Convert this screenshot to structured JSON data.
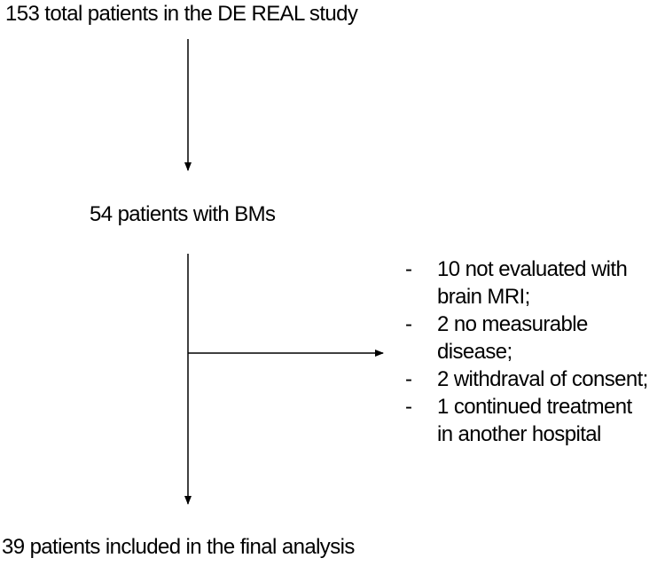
{
  "flow": {
    "top": "153 total patients in the DE REAL study",
    "middle": "54 patients with BMs",
    "bottom": "39 patients included in the final analysis"
  },
  "exclusions": {
    "bullet": "-",
    "items": [
      {
        "line1": "10 not evaluated with",
        "line2": "brain MRI;"
      },
      {
        "line1": "2 no measurable",
        "line2": "disease;"
      },
      {
        "line1": "2 withdraval of consent;",
        "line2": ""
      },
      {
        "line1": "1 continued treatment",
        "line2": "in another hospital"
      }
    ]
  }
}
